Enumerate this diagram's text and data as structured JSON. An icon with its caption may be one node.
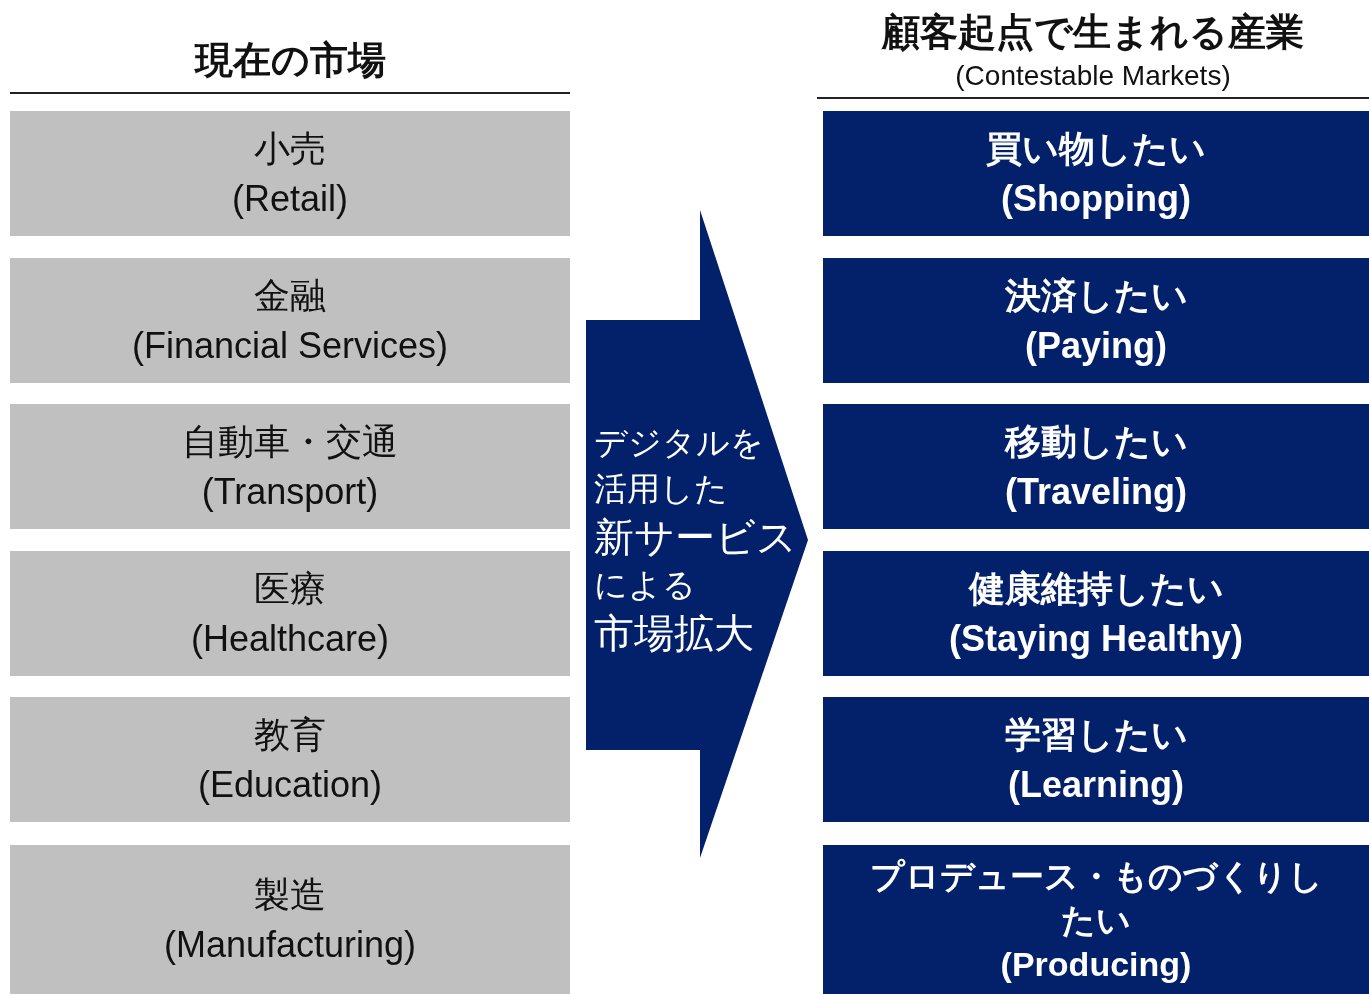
{
  "diagram": {
    "nodes": [
      {
        "text": [
          "小売",
          "(Retail)"
        ]
      },
      {
        "text": [
          "金融",
          "(Financial Services)"
        ]
      },
      {
        "text": [
          "自動車・交通",
          "(Transport)"
        ]
      },
      {
        "text": [
          "医療",
          "(Healthcare)"
        ]
      },
      {
        "text": [
          "教育",
          "(Education)"
        ]
      },
      {
        "text": [
          "製造",
          "(Manufacturing)"
        ]
      },
      {
        "text": [
          "デジタルを活用した",
          "新サービス",
          "による",
          "市場拡大"
        ]
      },
      {
        "text": [
          "買い物したい",
          "(Shopping)"
        ]
      },
      {
        "text": [
          "決済したい",
          "(Paying)"
        ]
      },
      {
        "text": [
          "移動したい",
          "(Traveling)"
        ]
      },
      {
        "text": [
          "健康維持したい",
          "(Staying Healthy)"
        ]
      },
      {
        "text": [
          "学習したい",
          "(Learning)"
        ]
      },
      {
        "text": [
          "プロデュース・ものづくりしたい",
          "(Producing)"
        ]
      }
    ],
    "labels": [
      "現在の市場",
      "顧客起点で生まれる産業",
      "(Contestable Markets)"
    ]
  }
}
